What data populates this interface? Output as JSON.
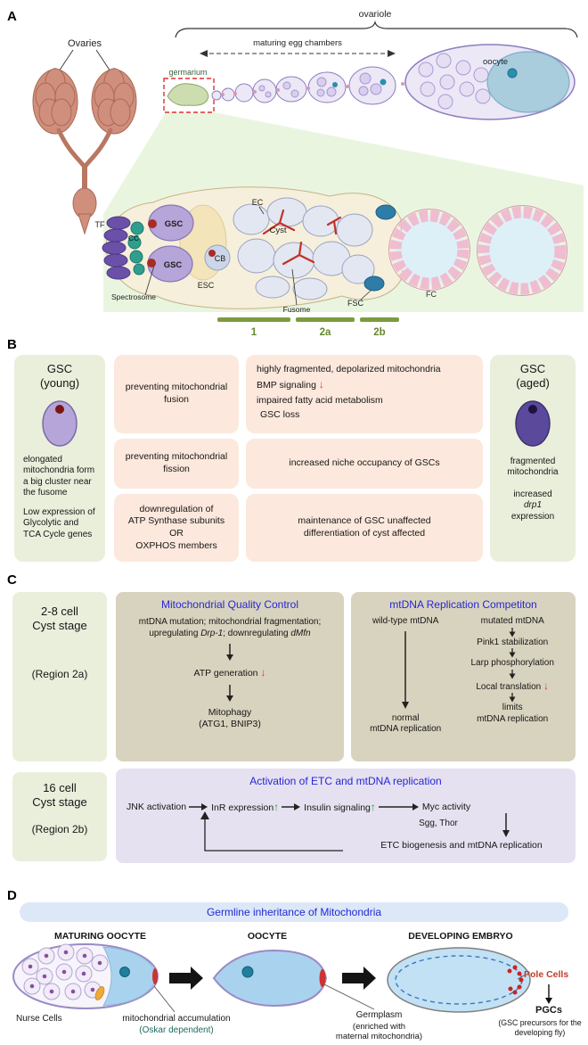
{
  "colors": {
    "accent_blue": "#2626d8",
    "arrow_red": "#e03a1f",
    "arrow_green": "#1fa32a",
    "region_olive": "#7d9b3e",
    "pole_red": "#c23b2a",
    "oskar_teal": "#1e6b5e"
  },
  "a": {
    "label": "A",
    "ovaries": "Ovaries",
    "ovariole": "ovariole",
    "maturing": "maturing egg chambers",
    "germarium": "germarium",
    "oocyte": "oocyte",
    "tf": "TF",
    "cc": "CC",
    "gsc1": "GSC",
    "gsc2": "GSC",
    "cb": "CB",
    "esc": "ESC",
    "spectrosome": "Spectrosome",
    "ec": "EC",
    "cyst": "Cyst",
    "fusome": "Fusome",
    "fsc": "FSC",
    "fc": "FC",
    "r1": "1",
    "r2a": "2a",
    "r2b": "2b"
  },
  "b": {
    "label": "B",
    "young_title": "GSC",
    "young_sub": "(young)",
    "young_d1": "elongated mitochondria form a big cluster near the fusome",
    "young_d2": "Low expression of Glycolytic and TCA Cycle genes",
    "r1c": "preventing mitochondrial fusion",
    "r1e1": "highly fragmented, depolarized mitochondria",
    "r1e2": "BMP signaling",
    "r1e3": "impaired fatty acid metabolism",
    "r1e4": "GSC loss",
    "r2c": "preventing mitochondrial fission",
    "r2e": "increased niche occupancy of GSCs",
    "r3c1": "downregulation of",
    "r3c2": "ATP Synthase subunits",
    "r3c3": "OR",
    "r3c4": "OXPHOS members",
    "r3e1": "maintenance of GSC unaffected",
    "r3e2": "differentiation of cyst affected",
    "aged_title": "GSC",
    "aged_sub": "(aged)",
    "aged_d1": "fragmented mitochondria",
    "aged_d2a": "increased",
    "aged_d2b": "drp1",
    "aged_d2c": "expression"
  },
  "c": {
    "label": "C",
    "s2a1": "2-8 cell",
    "s2a2": "Cyst stage",
    "s2a3": "(Region 2a)",
    "s2b1": "16 cell",
    "s2b2": "Cyst stage",
    "s2b3": "(Region 2b)",
    "mqc_title": "Mitochondrial Quality Control",
    "mqc_l1": "mtDNA mutation; mitochondrial fragmentation;",
    "mqc_l2a": "upregulating ",
    "mqc_l2b": "Drp-1",
    "mqc_l2c": "; downregulating ",
    "mqc_l2d": "dMfn",
    "mqc_atp": "ATP generation",
    "mqc_m1": "Mitophagy",
    "mqc_m2": "(ATG1, BNIP3)",
    "mrc_title": "mtDNA Replication Competiton",
    "mrc_wild": "wild-type mtDNA",
    "mrc_norm1": "normal",
    "mrc_norm2": "mtDNA replication",
    "mrc_mut": "mutated mtDNA",
    "mrc_pink": "Pink1 stabilization",
    "mrc_larp": "Larp phosphorylation",
    "mrc_local": "Local translation",
    "mrc_lim1": "limits",
    "mrc_lim2": "mtDNA replication",
    "etc_title": "Activation of ETC and mtDNA replication",
    "etc_jnk": "JNK activation",
    "etc_inr": "InR expression",
    "etc_ins": "Insulin signaling",
    "etc_myc": "Myc activity",
    "etc_sgg": "Sgg, Thor",
    "etc_bio": "ETC biogenesis and mtDNA replication"
  },
  "d": {
    "label": "D",
    "title": "Germline inheritance of Mitochondria",
    "h1": "MATURING OOCYTE",
    "h2": "OOCYTE",
    "h3": "DEVELOPING EMBRYO",
    "nurse": "Nurse Cells",
    "mito1": "mitochondrial accumulation",
    "mito2": "(Oskar dependent)",
    "germ1": "Germplasm",
    "germ2": "(enriched with",
    "germ3": "maternal mitochondria)",
    "pole": "Pole Cells",
    "pgcs": "PGCs",
    "pgcs2": "(GSC precursors for the",
    "pgcs3": "developing fly)"
  }
}
